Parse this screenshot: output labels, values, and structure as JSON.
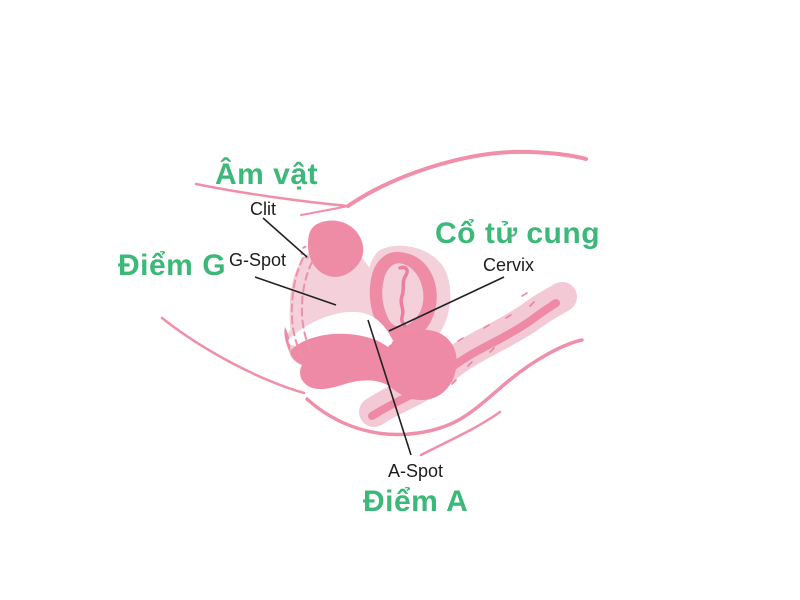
{
  "labels": {
    "clitoris": {
      "vi": "Âm vật",
      "en": "Clit"
    },
    "g_spot": {
      "vi": "Điểm G",
      "en": "G-Spot"
    },
    "cervix": {
      "vi": "Cổ tử cung",
      "en": "Cervix"
    },
    "a_spot": {
      "vi": "Điểm A",
      "en": "A-Spot"
    }
  },
  "colors": {
    "heading_green": "#3cb878",
    "label_black": "#1d1d1d",
    "outline_pink": "#ef8fa9",
    "dark_pink": "#ee8ca6",
    "light_pink": "#f3c9d5",
    "pale_pink": "#f3d0da",
    "background": "#ffffff"
  }
}
